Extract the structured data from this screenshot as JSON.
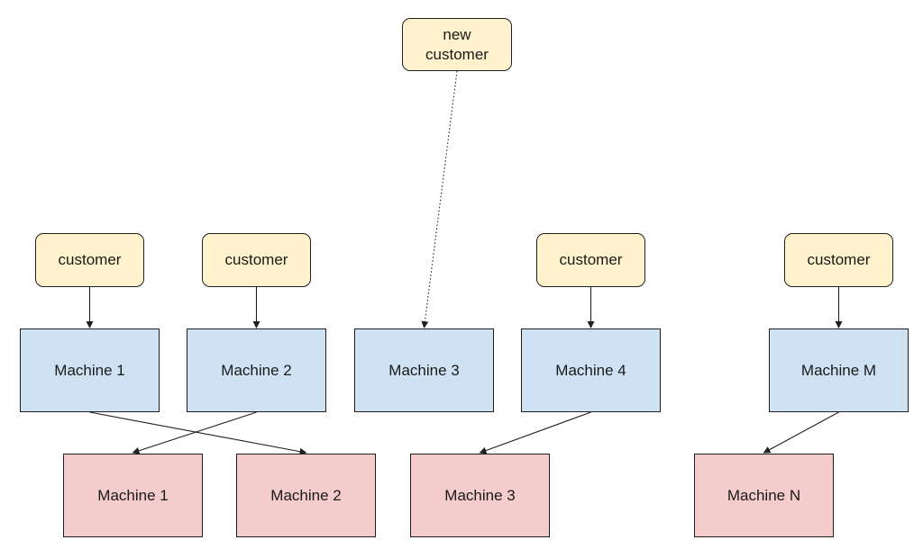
{
  "colors": {
    "customer_fill": "#fff2cc",
    "upper_machine_fill": "#cfe2f3",
    "lower_machine_fill": "#f4cccc",
    "line": "#1f1f1f"
  },
  "new_customer": {
    "label": "new\ncustomer"
  },
  "customers": [
    {
      "label": "customer"
    },
    {
      "label": "customer"
    },
    {
      "label": "customer"
    },
    {
      "label": "customer"
    }
  ],
  "upper_machines": [
    {
      "label": "Machine 1"
    },
    {
      "label": "Machine 2"
    },
    {
      "label": "Machine 3"
    },
    {
      "label": "Machine 4"
    },
    {
      "label": "Machine M"
    }
  ],
  "lower_machines": [
    {
      "label": "Machine 1"
    },
    {
      "label": "Machine 2"
    },
    {
      "label": "Machine 3"
    },
    {
      "label": "Machine N"
    }
  ],
  "edges": [
    {
      "from": "customer-1",
      "to": "upper-machine-1",
      "style": "solid"
    },
    {
      "from": "customer-2",
      "to": "upper-machine-2",
      "style": "solid"
    },
    {
      "from": "new-customer",
      "to": "upper-machine-3",
      "style": "dotted"
    },
    {
      "from": "customer-3",
      "to": "upper-machine-4",
      "style": "solid"
    },
    {
      "from": "customer-4",
      "to": "upper-machine-m",
      "style": "solid"
    },
    {
      "from": "upper-machine-1",
      "to": "lower-machine-2",
      "style": "solid"
    },
    {
      "from": "upper-machine-2",
      "to": "lower-machine-1",
      "style": "solid"
    },
    {
      "from": "upper-machine-4",
      "to": "lower-machine-3",
      "style": "solid"
    },
    {
      "from": "upper-machine-m",
      "to": "lower-machine-n",
      "style": "solid"
    }
  ]
}
